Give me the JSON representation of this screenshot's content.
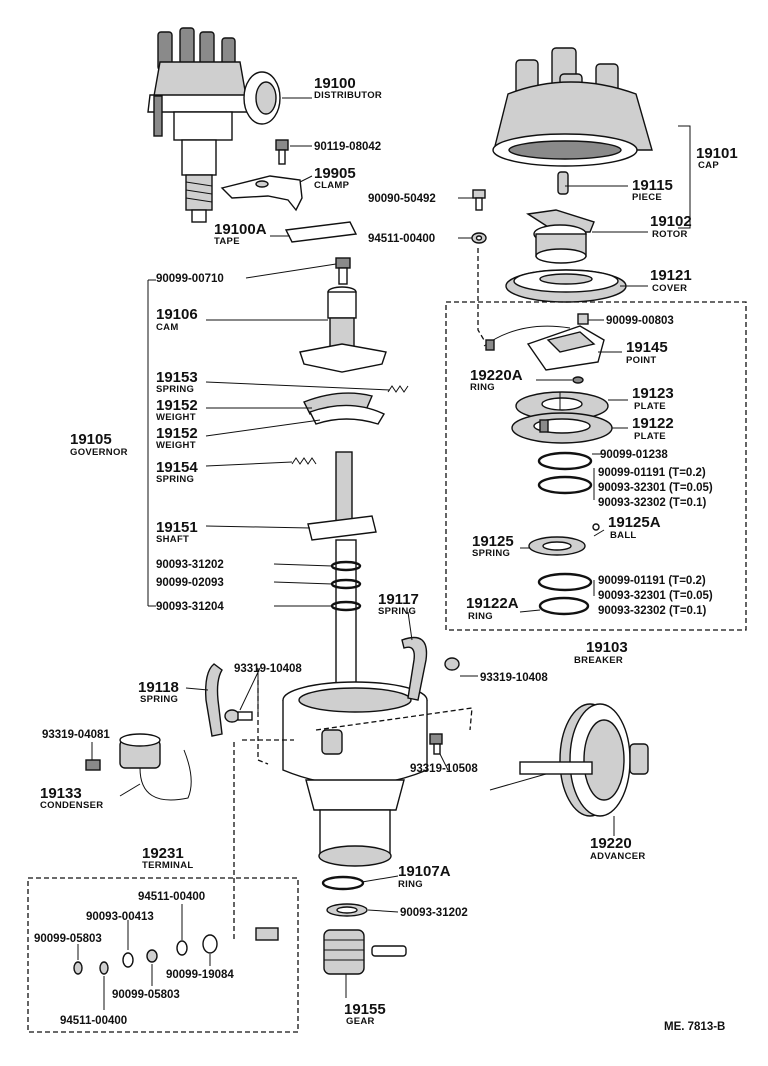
{
  "labels": {
    "distributor": {
      "pn": "19100",
      "name": "DISTRIBUTOR"
    },
    "bolt_08042": {
      "pn": "90119-08042"
    },
    "clamp": {
      "pn": "19905",
      "name": "CLAMP"
    },
    "tape": {
      "pn": "19100A",
      "name": "TAPE"
    },
    "cap": {
      "pn": "19101",
      "name": "CAP"
    },
    "piece": {
      "pn": "19115",
      "name": "PIECE"
    },
    "screw_50492": {
      "pn": "90090-50492"
    },
    "washer_00400_top": {
      "pn": "94511-00400"
    },
    "rotor": {
      "pn": "19102",
      "name": "ROTOR"
    },
    "cover": {
      "pn": "19121",
      "name": "COVER"
    },
    "screw_00803": {
      "pn": "90099-00803"
    },
    "point": {
      "pn": "19145",
      "name": "POINT"
    },
    "ring_19220a": {
      "pn": "19220A",
      "name": "RING"
    },
    "plate_19123": {
      "pn": "19123",
      "name": "PLATE"
    },
    "plate_19122": {
      "pn": "19122",
      "name": "PLATE"
    },
    "washer_01238": {
      "pn": "90099-01238"
    },
    "shims_upper": [
      "90099-01191 (T=0.2)",
      "90093-32301 (T=0.05)",
      "90093-32302 (T=0.1)"
    ],
    "spring_19125": {
      "pn": "19125",
      "name": "SPRING"
    },
    "ball": {
      "pn": "19125A",
      "name": "BALL"
    },
    "shims_lower": [
      "90099-01191 (T=0.2)",
      "90093-32301 (T=0.05)",
      "90093-32302 (T=0.1)"
    ],
    "ring_19122a": {
      "pn": "19122A",
      "name": "RING"
    },
    "breaker": {
      "pn": "19103",
      "name": "BREAKER"
    },
    "screw_00710": {
      "pn": "90099-00710"
    },
    "cam": {
      "pn": "19106",
      "name": "CAM"
    },
    "spring_19153": {
      "pn": "19153",
      "name": "SPRING"
    },
    "weight_a": {
      "pn": "19152",
      "name": "WEIGHT"
    },
    "weight_b": {
      "pn": "19152",
      "name": "WEIGHT"
    },
    "governor": {
      "pn": "19105",
      "name": "GOVERNOR"
    },
    "spring_19154": {
      "pn": "19154",
      "name": "SPRING"
    },
    "shaft": {
      "pn": "19151",
      "name": "SHAFT"
    },
    "washer_31202_a": {
      "pn": "90093-31202"
    },
    "washer_02093": {
      "pn": "90099-02093"
    },
    "washer_31204": {
      "pn": "90093-31204"
    },
    "spring_19117": {
      "pn": "19117",
      "name": "SPRING"
    },
    "screw_10408_r": {
      "pn": "93319-10408"
    },
    "screw_10408_l": {
      "pn": "93319-10408"
    },
    "spring_19118": {
      "pn": "19118",
      "name": "SPRING"
    },
    "screw_04081": {
      "pn": "93319-04081"
    },
    "condenser": {
      "pn": "19133",
      "name": "CONDENSER"
    },
    "screw_10508": {
      "pn": "93319-10508"
    },
    "advancer": {
      "pn": "19220",
      "name": "ADVANCER"
    },
    "terminal": {
      "pn": "19231",
      "name": "TERMINAL"
    },
    "ring_19107a": {
      "pn": "19107A",
      "name": "RING"
    },
    "washer_31202_b": {
      "pn": "90093-31202"
    },
    "t_94511_top": {
      "pn": "94511-00400"
    },
    "t_00413": {
      "pn": "90093-00413"
    },
    "t_05803_l": {
      "pn": "90099-05803"
    },
    "t_19084": {
      "pn": "90099-19084"
    },
    "t_05803_b": {
      "pn": "90099-05803"
    },
    "t_94511_bot": {
      "pn": "94511-00400"
    },
    "gear": {
      "pn": "19155",
      "name": "GEAR"
    },
    "ref_code": "ME. 7813-B"
  }
}
